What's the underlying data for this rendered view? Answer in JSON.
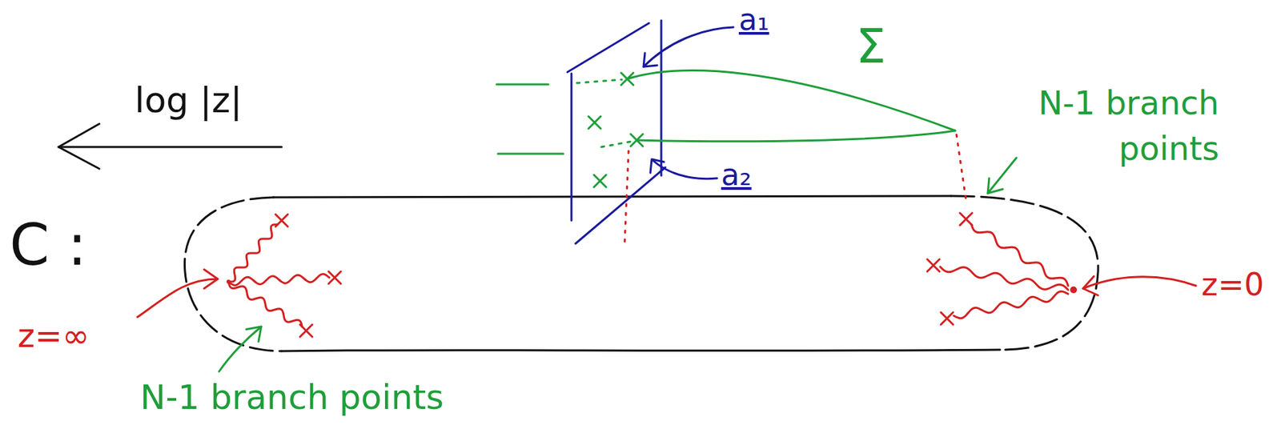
{
  "diagram": {
    "labels": [
      "log |z|",
      "C :",
      "z=∞",
      "N-1 branch points",
      "Σ",
      "a₁",
      "a₂",
      "N-1 branch points",
      "z=0"
    ]
  }
}
